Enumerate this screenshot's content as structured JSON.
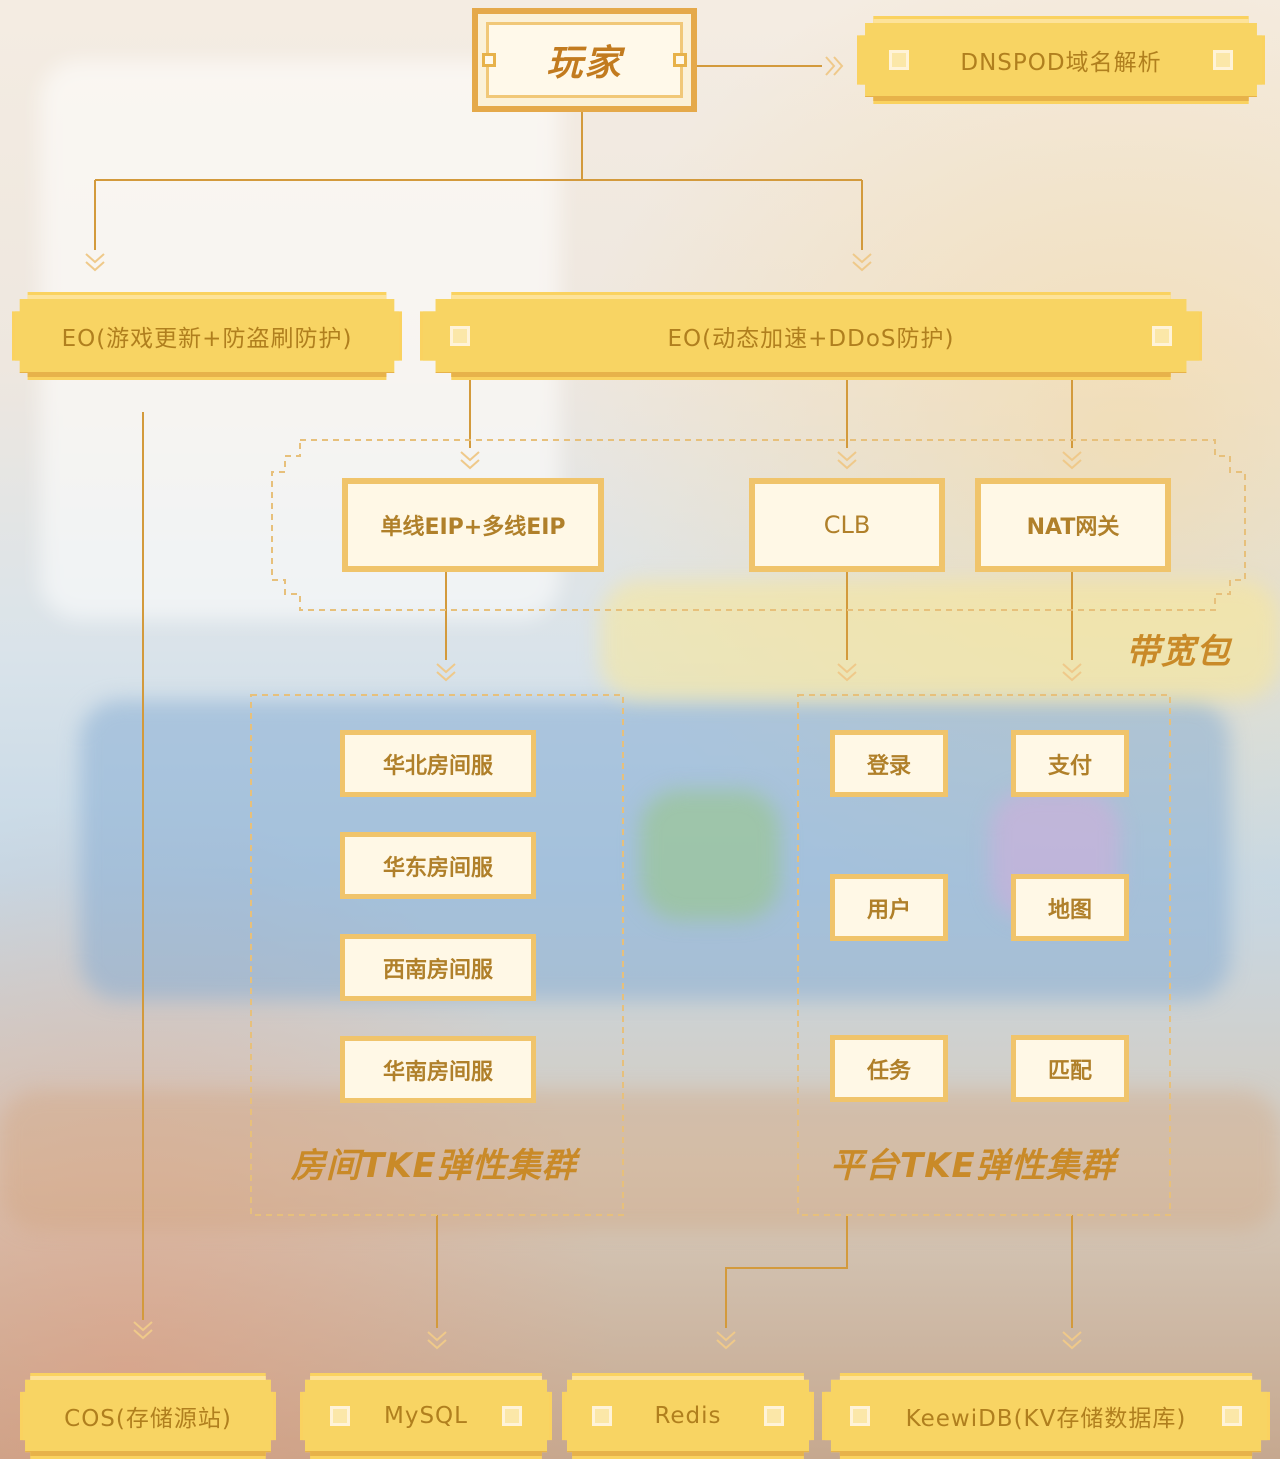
{
  "player": "玩家",
  "dns": "DNSPOD域名解析",
  "eo_update": "EO(游戏更新+防盗刷防护)",
  "eo_accel": "EO(动态加速+DDoS防护)",
  "eip": "单线EIP+多线EIP",
  "clb": "CLB",
  "nat": "NAT网关",
  "bandwidth_pack": "带宽包",
  "room_cluster": {
    "title": "房间TKE弹性集群",
    "services": [
      "华北房间服",
      "华东房间服",
      "西南房间服",
      "华南房间服"
    ]
  },
  "platform_cluster": {
    "title": "平台TKE弹性集群",
    "services": [
      "登录",
      "支付",
      "用户",
      "地图",
      "任务",
      "匹配"
    ]
  },
  "storage": {
    "cos": "COS(存储源站)",
    "mysql": "MySQL",
    "redis": "Redis",
    "keewidb": "KeewiDB(KV存储数据库)"
  },
  "colors": {
    "wire": "#d39a3c",
    "box": "#f8d463",
    "text": "#b0802a",
    "accent": "#c98a28"
  }
}
